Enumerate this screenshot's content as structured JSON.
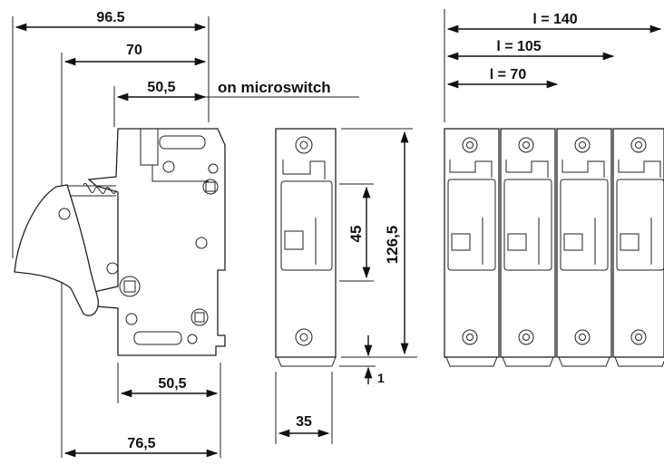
{
  "dimensions": {
    "overall_width": "96.5",
    "width_70": "70",
    "microswitch_width": "50,5",
    "microswitch_note": "on microswitch",
    "base_width": "50,5",
    "depth": "76,5",
    "module_width": "35",
    "height": "126,5",
    "window_height": "45",
    "gap": "1",
    "l140": "l = 140",
    "l105": "l = 105",
    "l70": "l = 70"
  },
  "colors": {
    "line": "#111111",
    "background": "#ffffff"
  }
}
